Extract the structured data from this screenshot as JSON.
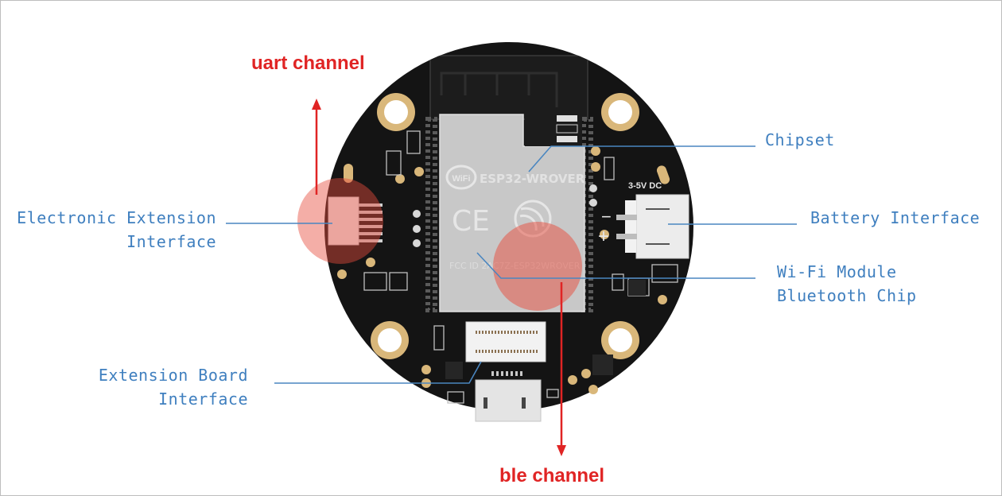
{
  "diagram": {
    "subject": "ESP32 round development board",
    "colors": {
      "callout_text": "#3f7fbf",
      "leader_line": "#4a86c0",
      "channel_text": "#e02424",
      "highlight": "#e74c3c",
      "pcb": "#141414",
      "pad_gold": "#d9b77a",
      "module_shield": "#c8c8c8"
    },
    "callouts": {
      "electronic_extension": {
        "line1": "Electronic Extension",
        "line2": "Interface"
      },
      "extension_board": {
        "line1": "Extension Board",
        "line2": "Interface"
      },
      "chipset": {
        "line1": "Chipset"
      },
      "battery": {
        "line1": "Battery Interface"
      },
      "wifi": {
        "line1": "Wi-Fi Module",
        "line2": "Bluetooth Chip"
      }
    },
    "channels": {
      "uart": {
        "label": "uart channel",
        "direction": "up"
      },
      "ble": {
        "label": "ble channel",
        "direction": "down"
      }
    },
    "board_markings": {
      "module_name": "ESP32-WROVER",
      "wifi_logo": "WiFi",
      "ce_mark": "CE",
      "fcc_id": "FCC ID 2AC7Z-ESP32WROVER",
      "dc_label": "3-5V DC",
      "minus": "−",
      "plus": "+"
    }
  }
}
